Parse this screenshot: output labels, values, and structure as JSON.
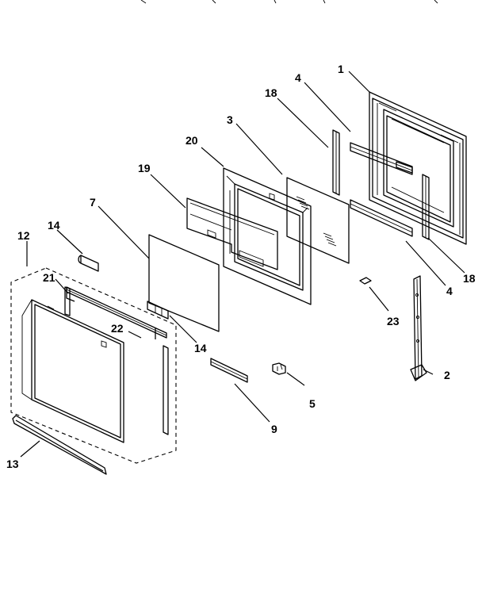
{
  "callouts": {
    "c1": "1",
    "c2": "2",
    "c3": "3",
    "c4a": "4",
    "c4b": "4",
    "c5": "5",
    "c7": "7",
    "c9": "9",
    "c12": "12",
    "c13": "13",
    "c14a": "14",
    "c14b": "14",
    "c18a": "18",
    "c18b": "18",
    "c19": "19",
    "c20": "20",
    "c21": "21",
    "c22": "22",
    "c23": "23"
  }
}
